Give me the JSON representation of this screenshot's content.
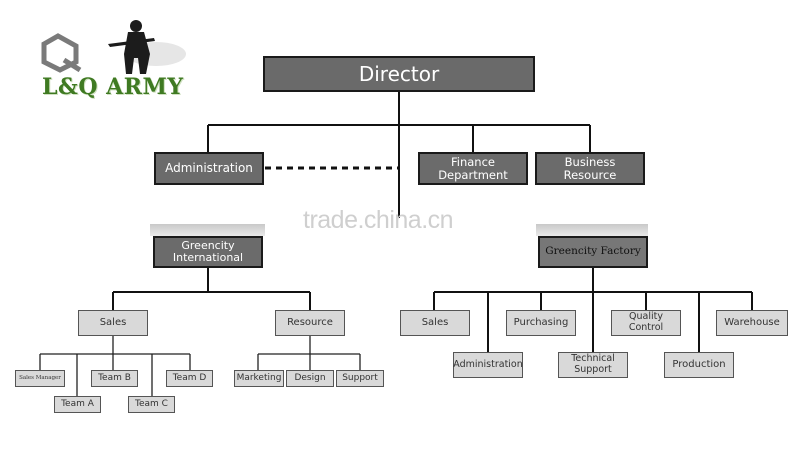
{
  "logo": {
    "text": "L&Q ARMY",
    "icon": "soldier-silhouette-icon",
    "brand_color": "#3f7a22"
  },
  "watermark": "trade.china.cn",
  "chart": {
    "director": "Director",
    "administration": "Administration",
    "finance": "Finance Department",
    "business": "Business Resource",
    "greencity_international": "Greencity International",
    "greencity_factory": "Greencity Factory",
    "international": {
      "sales": "Sales",
      "resource": "Resource",
      "sales_manager": "Sales Manager",
      "team_a": "Team A",
      "team_b": "Team B",
      "team_c": "Team C",
      "team_d": "Team D",
      "marketing": "Marketing",
      "design": "Design",
      "support": "Support"
    },
    "factory": {
      "sales": "Sales",
      "administration": "Administration",
      "purchasing": "Purchasing",
      "technical_support": "Technical Support",
      "quality_control": "Quality Control",
      "production": "Production",
      "warehouse": "Warehouse"
    }
  }
}
